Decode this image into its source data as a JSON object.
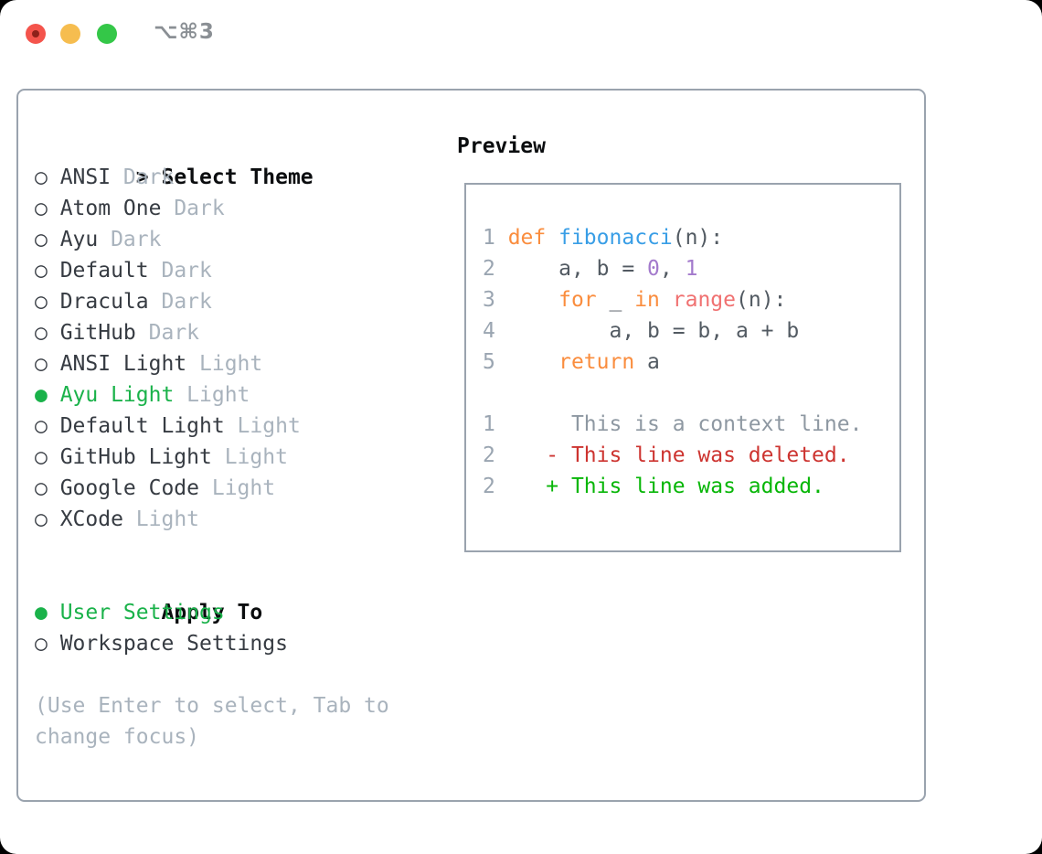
{
  "window": {
    "title": "⌥⌘3"
  },
  "theme_panel": {
    "header_prefix": ">",
    "header": "Select Theme",
    "themes": [
      {
        "name": "ANSI",
        "variant": "Dark",
        "selected": false
      },
      {
        "name": "Atom One",
        "variant": "Dark",
        "selected": false
      },
      {
        "name": "Ayu",
        "variant": "Dark",
        "selected": false
      },
      {
        "name": "Default",
        "variant": "Dark",
        "selected": false
      },
      {
        "name": "Dracula",
        "variant": "Dark",
        "selected": false
      },
      {
        "name": "GitHub",
        "variant": "Dark",
        "selected": false
      },
      {
        "name": "ANSI Light",
        "variant": "Light",
        "selected": false
      },
      {
        "name": "Ayu Light",
        "variant": "Light",
        "selected": true
      },
      {
        "name": "Default Light",
        "variant": "Light",
        "selected": false
      },
      {
        "name": "GitHub Light",
        "variant": "Light",
        "selected": false
      },
      {
        "name": "Google Code",
        "variant": "Light",
        "selected": false
      },
      {
        "name": "XCode",
        "variant": "Light",
        "selected": false
      }
    ],
    "apply_to": {
      "header": "Apply To",
      "options": [
        {
          "label": "User Settings",
          "selected": true
        },
        {
          "label": "Workspace Settings",
          "selected": false
        }
      ]
    },
    "hint": "(Use Enter to select, Tab to change focus)"
  },
  "preview": {
    "header": "Preview",
    "code_lines": [
      [
        {
          "t": "1 ",
          "c": "ln"
        },
        {
          "t": "def",
          "c": "kw"
        },
        {
          "t": " ",
          "c": "fg"
        },
        {
          "t": "fibonacci",
          "c": "fn"
        },
        {
          "t": "(n):",
          "c": "fg"
        }
      ],
      [
        {
          "t": "2 ",
          "c": "ln"
        },
        {
          "t": "    a, b = ",
          "c": "fg"
        },
        {
          "t": "0",
          "c": "num"
        },
        {
          "t": ", ",
          "c": "fg"
        },
        {
          "t": "1",
          "c": "num"
        }
      ],
      [
        {
          "t": "3 ",
          "c": "ln"
        },
        {
          "t": "    ",
          "c": "fg"
        },
        {
          "t": "for",
          "c": "kw"
        },
        {
          "t": " _ ",
          "c": "fg"
        },
        {
          "t": "in",
          "c": "kw"
        },
        {
          "t": " ",
          "c": "fg"
        },
        {
          "t": "range",
          "c": "call"
        },
        {
          "t": "(n):",
          "c": "fg"
        }
      ],
      [
        {
          "t": "4 ",
          "c": "ln"
        },
        {
          "t": "        a, b = b, a + b",
          "c": "fg"
        }
      ],
      [
        {
          "t": "5 ",
          "c": "ln"
        },
        {
          "t": "    ",
          "c": "fg"
        },
        {
          "t": "return",
          "c": "kw"
        },
        {
          "t": " a",
          "c": "fg"
        }
      ],
      [],
      [
        {
          "t": "1 ",
          "c": "ln"
        },
        {
          "t": "     This is a context line.",
          "c": "ctx"
        }
      ],
      [
        {
          "t": "2 ",
          "c": "ln"
        },
        {
          "t": "   - This line was deleted.",
          "c": "del"
        }
      ],
      [
        {
          "t": "2 ",
          "c": "ln"
        },
        {
          "t": "   + This line was added.",
          "c": "add"
        }
      ]
    ]
  },
  "radio_icons": {
    "selected": "●",
    "unselected": "○"
  },
  "colors": {
    "window_background": "#ffffff",
    "border_gray": "#9aa3ae",
    "header_text": "#0b0d0f",
    "list_text": "#363b42",
    "muted_gray": "#a9b3bd",
    "selection_green": "#1ab24a",
    "traffic_red": "#f4544c",
    "traffic_yellow": "#f6bd4f",
    "traffic_green": "#34c748",
    "code_foreground": "#525a62",
    "line_number_gray": "#9aa5b1",
    "keyword_orange": "#fa8d3e",
    "function_blue": "#399ee6",
    "number_purple": "#a37acc",
    "call_coral": "#f07171",
    "context_gray": "#8e98a2",
    "deleted_red": "#cd3430",
    "added_green": "#07b607"
  }
}
